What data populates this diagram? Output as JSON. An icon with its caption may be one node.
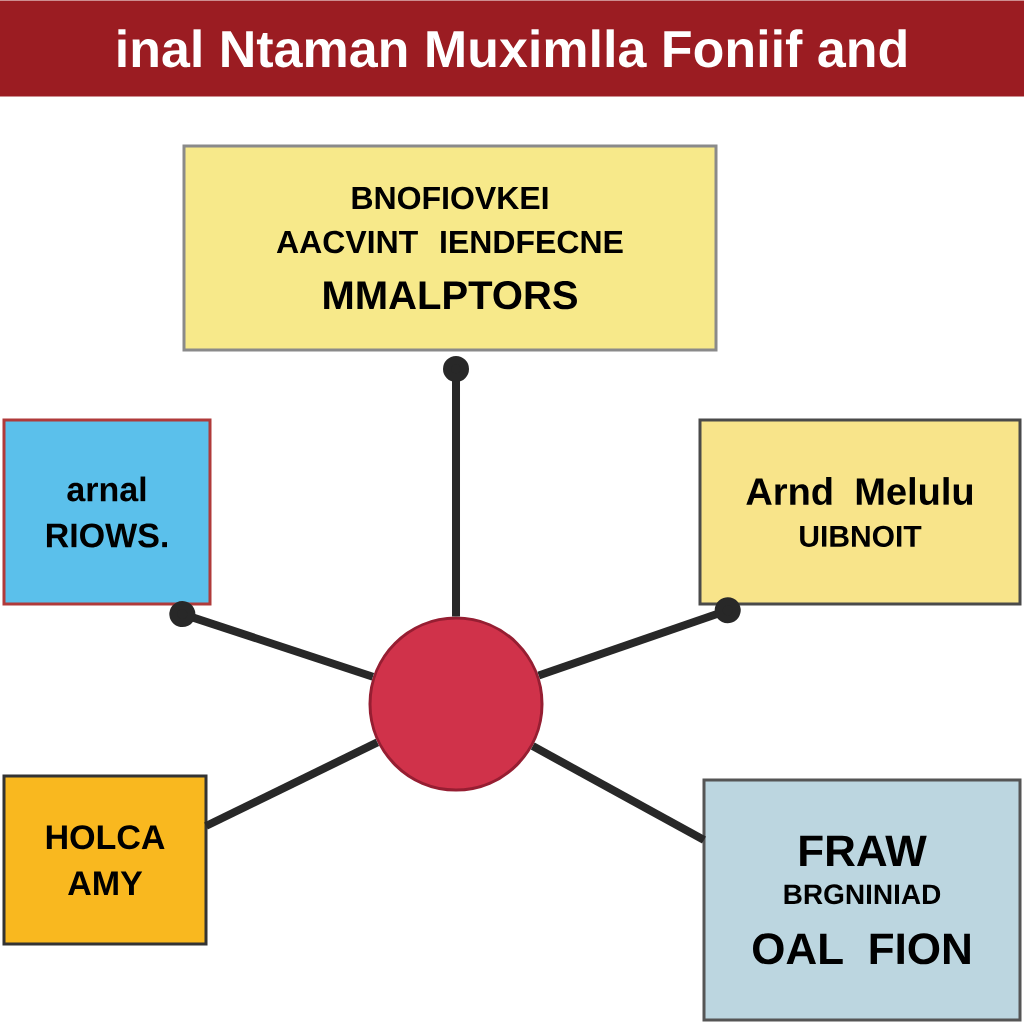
{
  "diagram": {
    "title": "inal Ntaman Muximlla Foniif and",
    "nodes": [
      {
        "text": [
          "BNOFIOVKEI AACVINT IENDFECNE",
          "MMALPTORS"
        ]
      },
      {
        "text": [
          "arnal RIOWS."
        ]
      },
      {
        "text": [
          "Arnd Melulu",
          "UIBNOIT"
        ]
      },
      {
        "text": [
          "HOLCA AMY"
        ]
      },
      {
        "text": [
          "FRAW",
          "BRGNINIAD",
          "OAL FION"
        ]
      },
      {
        "text": [],
        "shape": "circle"
      }
    ],
    "edges": [
      {
        "from": 5,
        "to": 0,
        "arrow": "other"
      },
      {
        "from": 5,
        "to": 1,
        "arrow": "other"
      },
      {
        "from": 5,
        "to": 2,
        "arrow": "other"
      },
      {
        "from": 5,
        "to": 3,
        "arrow": "none"
      },
      {
        "from": 5,
        "to": 4,
        "arrow": "none"
      }
    ]
  }
}
